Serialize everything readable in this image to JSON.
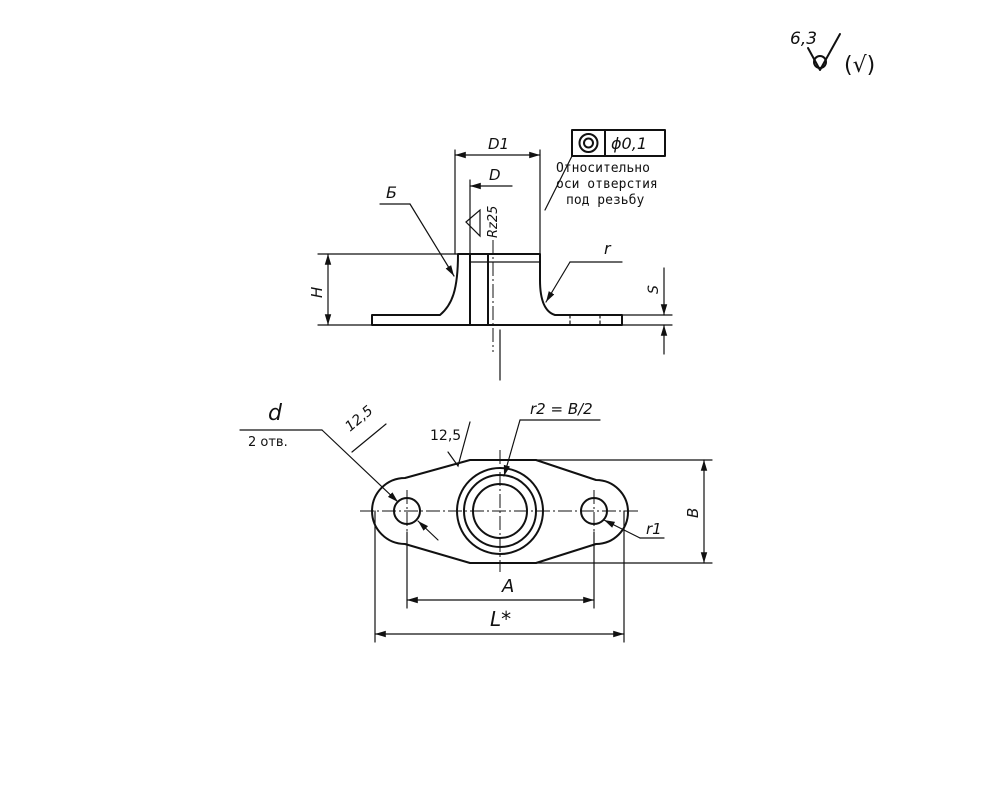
{
  "roughness_general": "6,3",
  "roughness_other": "(√)",
  "tolerance_frame": {
    "symbol": "concentricity-icon",
    "value": "ϕ0,1",
    "note_lines": [
      "Относительно",
      "оси отверстия",
      "под резьбу"
    ]
  },
  "section_view": {
    "label_D1": "D1",
    "label_D": "D",
    "label_B": "Б",
    "label_H": "H",
    "label_S": "S",
    "label_r": "r",
    "roughness_bore": "Rz25"
  },
  "plan_view": {
    "label_d": "d",
    "label_holes": "2 отв.",
    "roughness_hole": "12,5",
    "roughness_contour": "12,5",
    "label_r2": "r2 = B/2",
    "label_r1": "r1",
    "label_Bdim": "B",
    "label_A": "A",
    "label_L": "L*"
  }
}
